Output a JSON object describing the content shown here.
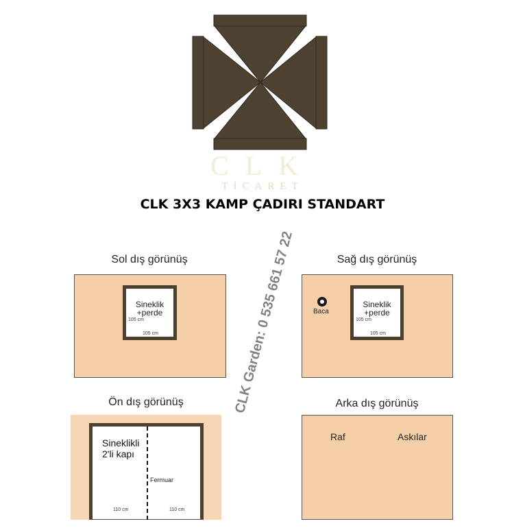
{
  "title": "CLK 3X3 KAMP ÇADIRI STANDART",
  "watermark": {
    "text": "CLK Garden: 0 535 661 57 22",
    "logo": "CLK",
    "logo_sub": "TİCARET"
  },
  "colors": {
    "tent": "#4d4231",
    "panel": "#f4cfa7",
    "frame": "#4d3f2e"
  },
  "views": {
    "left": {
      "label": "Sol dış görünüş",
      "window_label_1": "Sineklik",
      "window_label_2": "+perde",
      "height": "105 cm",
      "width": "105 cm"
    },
    "right": {
      "label": "Sağ dış görünüş",
      "window_label_1": "Sineklik",
      "window_label_2": "+perde",
      "height": "105 cm",
      "width": "105 cm",
      "chimney": "Baca"
    },
    "front": {
      "label": "Ön dış görünüş",
      "door_label_1": "Sineklikli",
      "door_label_2": "2'li kapı",
      "zipper": "Fermuar",
      "left_width": "110 cm",
      "right_width": "110 cm"
    },
    "back": {
      "label": "Arka dış görünüş",
      "shelf": "Raf",
      "hangers": "Askılar"
    }
  }
}
